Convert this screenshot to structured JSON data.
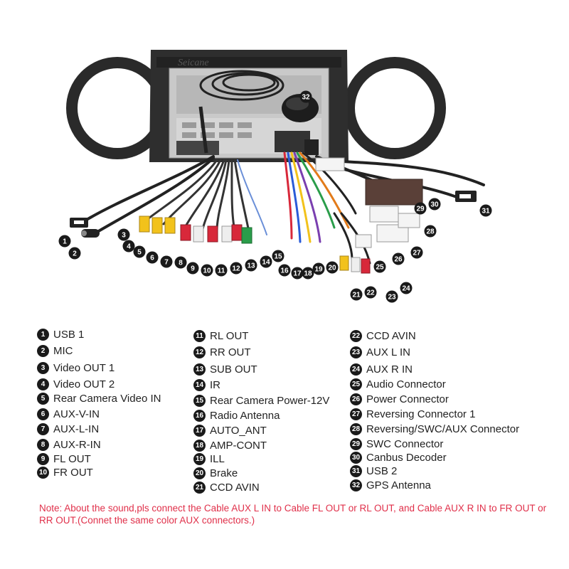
{
  "brand": {
    "logo_text": "Seicane"
  },
  "colors": {
    "note": "#e0304a",
    "badge": "#1a1a1a",
    "frame": "#2a2a2a",
    "rca_yellow": "#f2c21b",
    "rca_red": "#d8283a",
    "rca_white": "#eeeeee",
    "rca_green": "#2a9d4a"
  },
  "legend": [
    {
      "n": "1",
      "label": "USB 1"
    },
    {
      "n": "2",
      "label": "MIC"
    },
    {
      "n": "3",
      "label": "Video OUT 1"
    },
    {
      "n": "4",
      "label": "Video OUT 2"
    },
    {
      "n": "5",
      "label": "Rear Camera Video IN"
    },
    {
      "n": "6",
      "label": "AUX-V-IN"
    },
    {
      "n": "7",
      "label": "AUX-L-IN"
    },
    {
      "n": "8",
      "label": "AUX-R-IN"
    },
    {
      "n": "9",
      "label": "FL OUT"
    },
    {
      "n": "10",
      "label": "FR OUT"
    },
    {
      "n": "11",
      "label": "RL OUT"
    },
    {
      "n": "12",
      "label": "RR OUT"
    },
    {
      "n": "13",
      "label": "SUB OUT"
    },
    {
      "n": "14",
      "label": "IR"
    },
    {
      "n": "15",
      "label": "Rear Camera Power-12V"
    },
    {
      "n": "16",
      "label": "Radio Antenna"
    },
    {
      "n": "17",
      "label": "AUTO_ANT"
    },
    {
      "n": "18",
      "label": "AMP-CONT"
    },
    {
      "n": "19",
      "label": "ILL"
    },
    {
      "n": "20",
      "label": "Brake"
    },
    {
      "n": "21",
      "label": "CCD AVIN"
    },
    {
      "n": "22",
      "label": "CCD AVIN"
    },
    {
      "n": "23",
      "label": "AUX L IN"
    },
    {
      "n": "24",
      "label": "AUX R IN"
    },
    {
      "n": "25",
      "label": "Audio Connector"
    },
    {
      "n": "26",
      "label": "Power Connector"
    },
    {
      "n": "27",
      "label": "Reversing Connector 1"
    },
    {
      "n": "28",
      "label": "Reversing/SWC/AUX Connector"
    },
    {
      "n": "29",
      "label": "SWC Connector"
    },
    {
      "n": "30",
      "label": "Canbus Decoder"
    },
    {
      "n": "31",
      "label": "USB 2"
    },
    {
      "n": "32",
      "label": "GPS Antenna"
    }
  ],
  "note": "Note: About the sound,pls connect the Cable AUX L IN to Cable FL OUT or RL OUT, and Cable AUX R IN to FR OUT or RR OUT.(Connet the same color AUX connectors.)"
}
